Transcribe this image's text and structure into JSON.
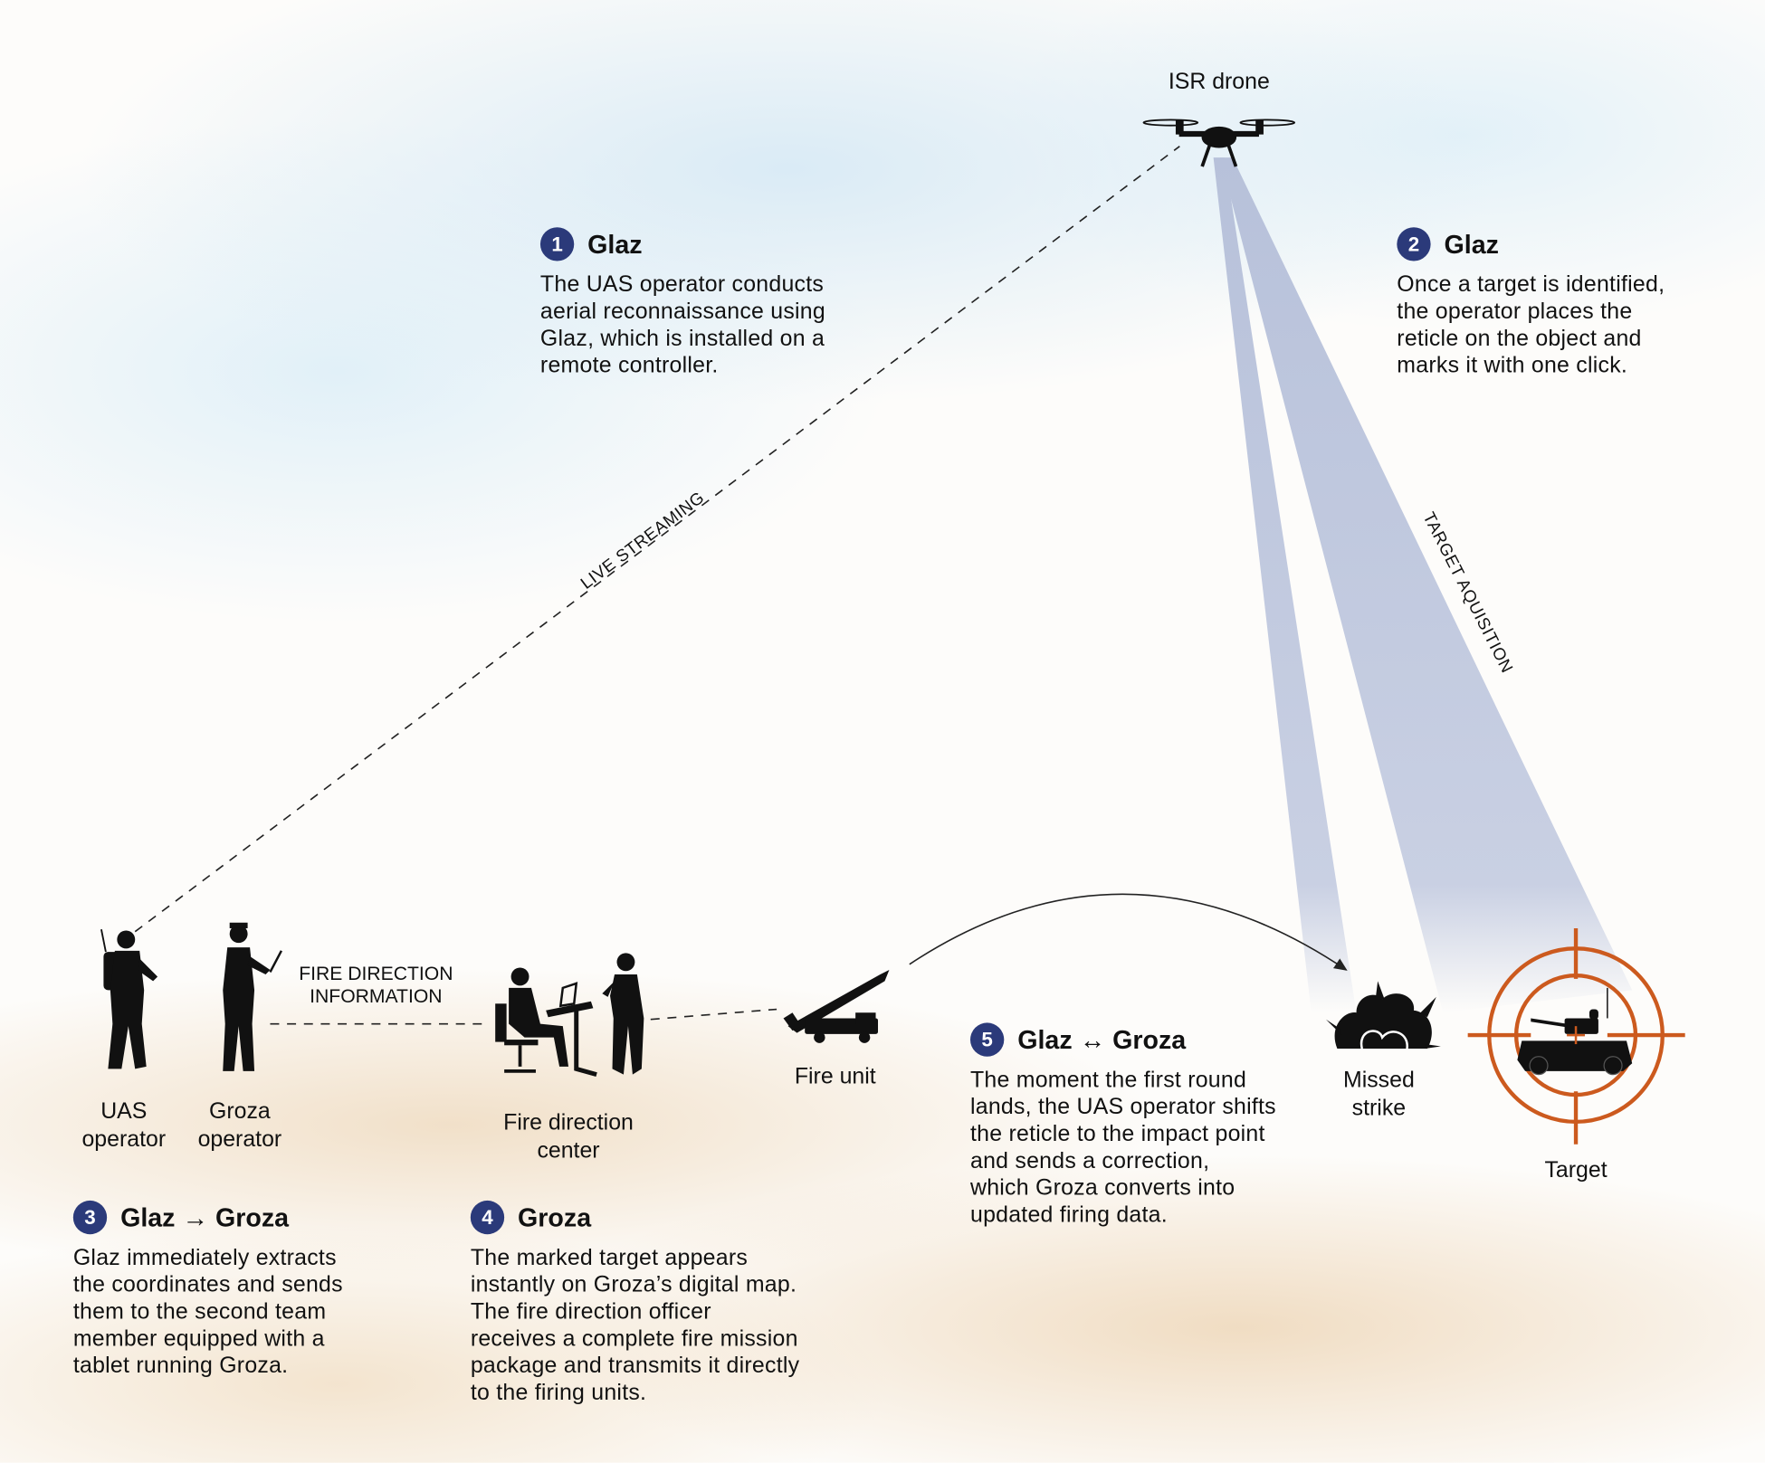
{
  "drone": {
    "label": "ISR drone"
  },
  "steps": [
    {
      "num": "1",
      "title": "Glaz",
      "text": [
        "The UAS operator conducts",
        "aerial reconnaissance using",
        "Glaz, which is installed on a",
        "remote controller."
      ]
    },
    {
      "num": "2",
      "title": "Glaz",
      "text": [
        "Once a target is identified,",
        "the operator places the",
        "reticle on the object and",
        "marks it with one click."
      ]
    },
    {
      "num": "3",
      "title": "Glaz → Groza",
      "text": [
        "Glaz immediately extracts",
        "the coordinates and sends",
        "them to the second team",
        "member equipped with a",
        "tablet running Groza."
      ]
    },
    {
      "num": "4",
      "title": "Groza",
      "text": [
        "The marked target appears",
        "instantly on Groza’s digital map.",
        "The fire direction officer",
        "receives a complete fire mission",
        "package and transmits it directly",
        "to the firing units."
      ]
    },
    {
      "num": "5",
      "title": "Glaz ↔ Groza",
      "text": [
        "The moment the first round",
        "lands, the UAS operator shifts",
        "the reticle to the impact point",
        "and sends a correction,",
        "which Groza converts into",
        "updated firing data."
      ]
    }
  ],
  "links": {
    "live_streaming": "LIVE STREAMING",
    "target_acquisition": "TARGET AQUISITION",
    "fire_direction": [
      "FIRE DIRECTION",
      "INFORMATION"
    ]
  },
  "actors": {
    "uas_operator": [
      "UAS",
      "operator"
    ],
    "groza_operator": [
      "Groza",
      "operator"
    ],
    "fire_direction_center": [
      "Fire direction",
      "center"
    ],
    "fire_unit": "Fire unit",
    "missed_strike": [
      "Missed",
      "strike"
    ],
    "target": "Target"
  },
  "colors": {
    "accent": "#2b3a7a",
    "reticle": "#cc5a1e",
    "beam": "#c3cbe0"
  }
}
